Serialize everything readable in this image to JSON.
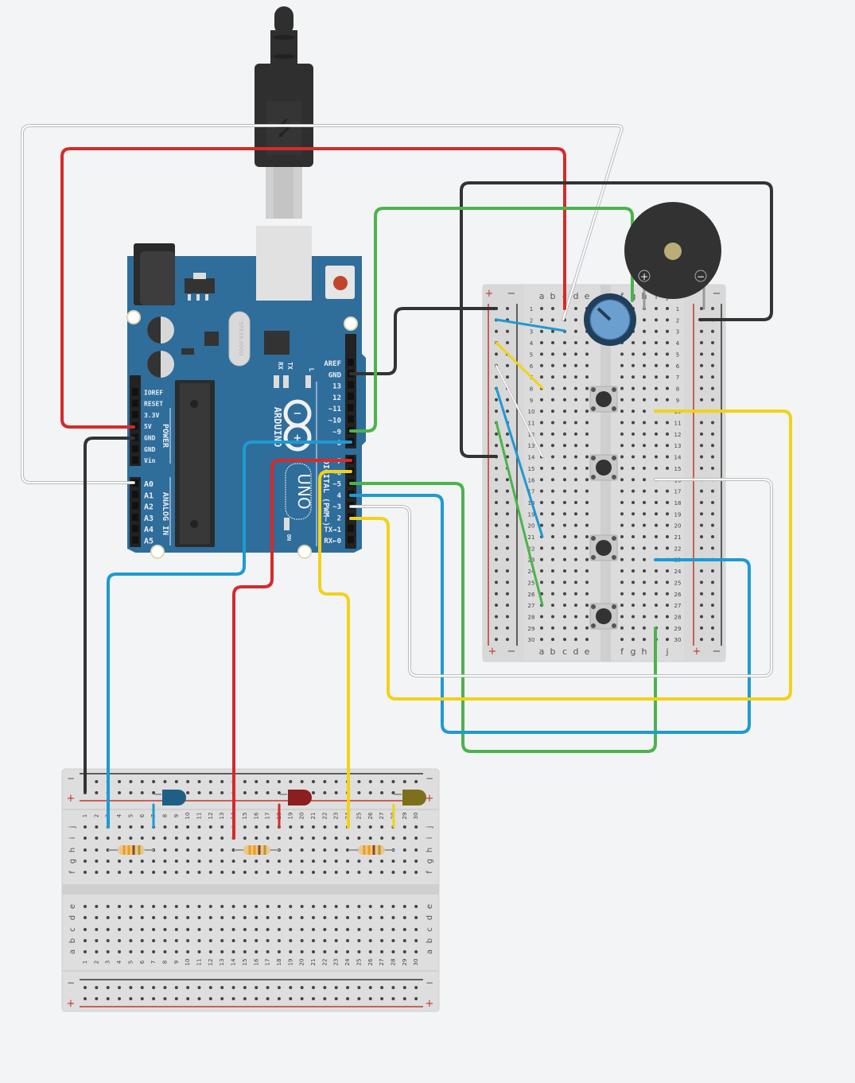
{
  "arduino": {
    "board_name": "ARDUINO",
    "model": "UNO",
    "crystal_text": "SPK16.000G",
    "led_labels": [
      "RX",
      "TX",
      "L"
    ],
    "on_label": "ON",
    "power_header_title": "POWER",
    "power_pins": [
      "IOREF",
      "RESET",
      "3.3V",
      "5V",
      "GND",
      "GND",
      "Vin"
    ],
    "analog_header_title": "ANALOG IN",
    "analog_pins": [
      "A0",
      "A1",
      "A2",
      "A3",
      "A4",
      "A5"
    ],
    "digital_header_title": "DIGITAL (PWM~)",
    "digital_pins_top": [
      "AREF",
      "GND",
      "13",
      "12",
      "~11",
      "~10",
      "~9",
      "8"
    ],
    "digital_pins_bottom": [
      "7",
      "~6",
      "~5",
      "4",
      "~3",
      "2",
      "TX→1",
      "RX←0"
    ]
  },
  "right_breadboard": {
    "rail_plus": "+",
    "rail_minus": "−",
    "columns_left": [
      "a",
      "b",
      "c",
      "d",
      "e"
    ],
    "columns_right": [
      "f",
      "g",
      "h",
      "i",
      "j"
    ],
    "rows": 30,
    "components": [
      "potentiometer",
      "piezo-buzzer",
      "pushbutton",
      "pushbutton",
      "pushbutton",
      "pushbutton"
    ]
  },
  "buzzer": {
    "plus_label": "+",
    "minus_label": "−"
  },
  "bottom_breadboard": {
    "rail_plus": "+",
    "rail_minus": "−",
    "rows_top": [
      "j",
      "i",
      "h",
      "g",
      "f"
    ],
    "rows_bottom": [
      "e",
      "d",
      "c",
      "b",
      "a"
    ],
    "columns": 30,
    "leds": [
      {
        "name": "blue-led",
        "color": "#1f5f86"
      },
      {
        "name": "red-led",
        "color": "#8b1e1e"
      },
      {
        "name": "yellow-led",
        "color": "#7d6f1c"
      }
    ],
    "resistor_count": 3
  },
  "colors": {
    "arduino_blue": "#2f6d9b",
    "wire_red": "#d62a2a",
    "wire_black": "#333333",
    "wire_green": "#4cb34c",
    "wire_blue": "#1f9ad0",
    "wire_yellow": "#f2d219",
    "wire_white": "#ffffff",
    "breadboard": "#dedede"
  }
}
